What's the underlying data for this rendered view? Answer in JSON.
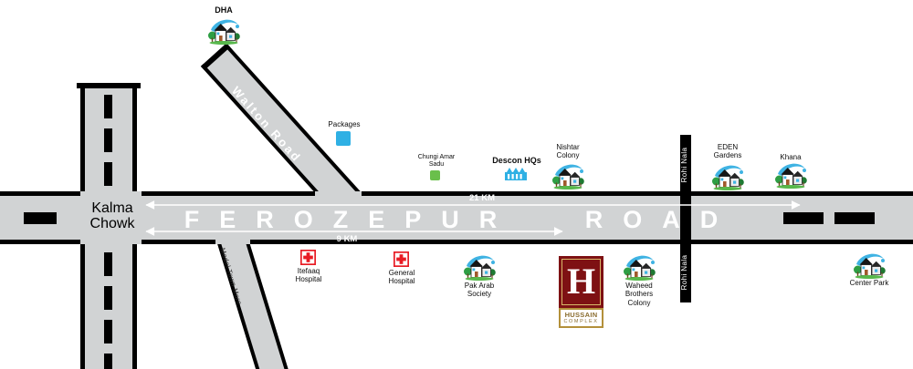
{
  "map": {
    "intersection_label": "Kalma Chowk",
    "main_road_label": "FEROZEPUR ROAD",
    "walton_road_label": "Walton Road",
    "model_town_road_label": "Model Town More",
    "rohi_nala_label": "Rohi Nala",
    "distance_top": "21 KM",
    "distance_bottom": "9 KM"
  },
  "landmarks": {
    "dha": "DHA",
    "packages": "Packages",
    "chungi_amar_sadu": "Chungi Amar Sadu",
    "descon_hqs": "Descon HQs",
    "nishtar_colony": "Nishtar Colony",
    "eden_gardens": "EDEN Gardens",
    "khana": "Khana",
    "itefaaq_hospital": "Itefaaq Hospital",
    "general_hospital": "General Hospital",
    "pak_arab_society": "Pak Arab Society",
    "waheed_brothers_colony": "Waheed Brothers Colony",
    "center_park": "Center Park",
    "hussain_complex": {
      "monogram": "H",
      "name_line1": "HUSSAIN",
      "name_line2": "COMPLEX"
    }
  },
  "colors": {
    "road_gray": "#d1d3d4",
    "road_border": "#000000",
    "accent_blue": "#2fb0e4",
    "accent_green": "#6abf4b",
    "hospital_red": "#e81c25",
    "hussain_maroon": "#7e1113",
    "hussain_gold": "#b3903a"
  }
}
